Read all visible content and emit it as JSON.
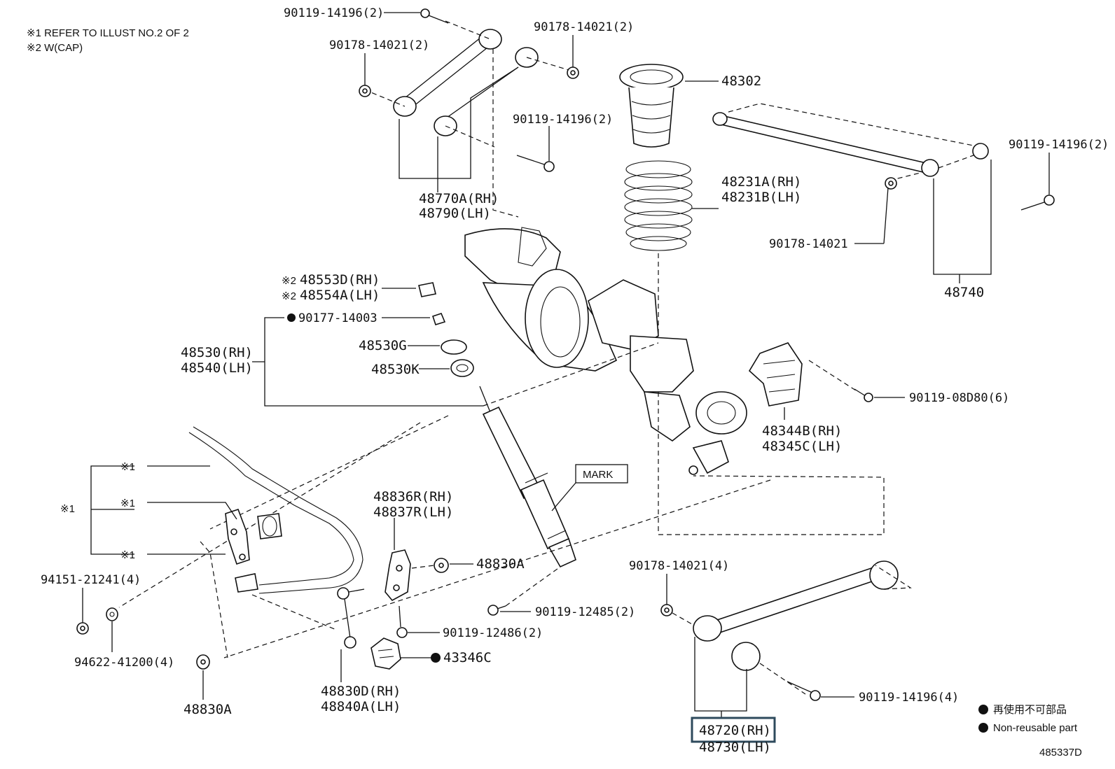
{
  "notes": {
    "note1": "※1 REFER TO ILLUST NO.2 OF 2",
    "note2": "※2 W(CAP)"
  },
  "labels": {
    "p90119_14196_top": "90119-14196(2)",
    "p90178_14021_top_right": "90178-14021(2)",
    "p90178_14021_top_left": "90178-14021(2)",
    "p90119_14196_mid": "90119-14196(2)",
    "p48770A": "48770A(RH)",
    "p48790": "48790(LH)",
    "p48302": "48302",
    "p48231A": "48231A(RH)",
    "p48231B": "48231B(LH)",
    "p90119_14196_right": "90119-14196(2)",
    "p90178_14021_right": "90178-14021",
    "p48740": "48740",
    "p48553D": "48553D(RH)",
    "p48554A": "48554A(LH)",
    "mark2": "※2",
    "p90177_14003": "90177-14003",
    "p48530": "48530(RH)",
    "p48540": "48540(LH)",
    "p48530G": "48530G",
    "p48530K": "48530K",
    "p90119_08D80": "90119-08D80(6)",
    "p48344B": "48344B(RH)",
    "p48345C": "48345C(LH)",
    "mark_box": "MARK",
    "ref1": "※1",
    "p48836R": "48836R(RH)",
    "p48837R": "48837R(LH)",
    "p48830A_mid": "48830A",
    "p90178_14021_bottom": "90178-14021(4)",
    "p94151_21241": "94151-21241(4)",
    "p90119_12485": "90119-12485(2)",
    "p90119_12486": "90119-12486(2)",
    "p43346C": "43346C",
    "p94622_41200": "94622-41200(4)",
    "p48830A_bottom": "48830A",
    "p48830D": "48830D(RH)",
    "p48840A": "48840A(LH)",
    "p90119_14196_bottom": "90119-14196(4)",
    "p48720": "48720(RH)",
    "p48730": "48730(LH)",
    "drawing_no": "485337D"
  },
  "legend": {
    "non_reusable_jp": "再使用不可部品",
    "non_reusable_en": "Non-reusable part"
  },
  "colors": {
    "ink": "#111111",
    "highlight_box": "#2e4a5c"
  }
}
